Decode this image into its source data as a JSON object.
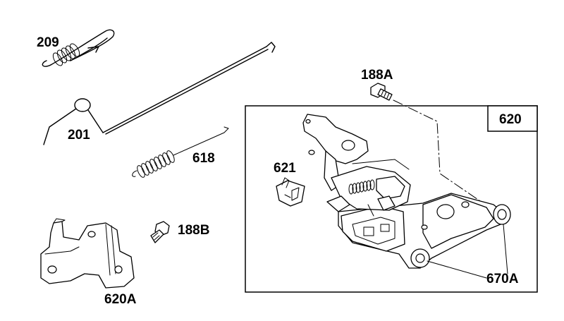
{
  "diagram": {
    "labels": {
      "p209": "209",
      "p201": "201",
      "p618": "618",
      "p188A": "188A",
      "p620": "620",
      "p621": "621",
      "p188B": "188B",
      "p620A": "620A",
      "p670A": "670A"
    },
    "icons": {
      "spring_209": "spring-clip-icon",
      "rod_201": "governor-link-rod-icon",
      "spring_618": "extension-spring-icon",
      "screw_188A": "screw-icon",
      "screw_188B": "screw-icon",
      "clip_621": "clip-icon",
      "plate_620A": "bracket-plate-icon",
      "assembly_620": "control-bracket-assembly-icon"
    },
    "colors": {
      "line": "#000000",
      "background": "#ffffff"
    }
  }
}
